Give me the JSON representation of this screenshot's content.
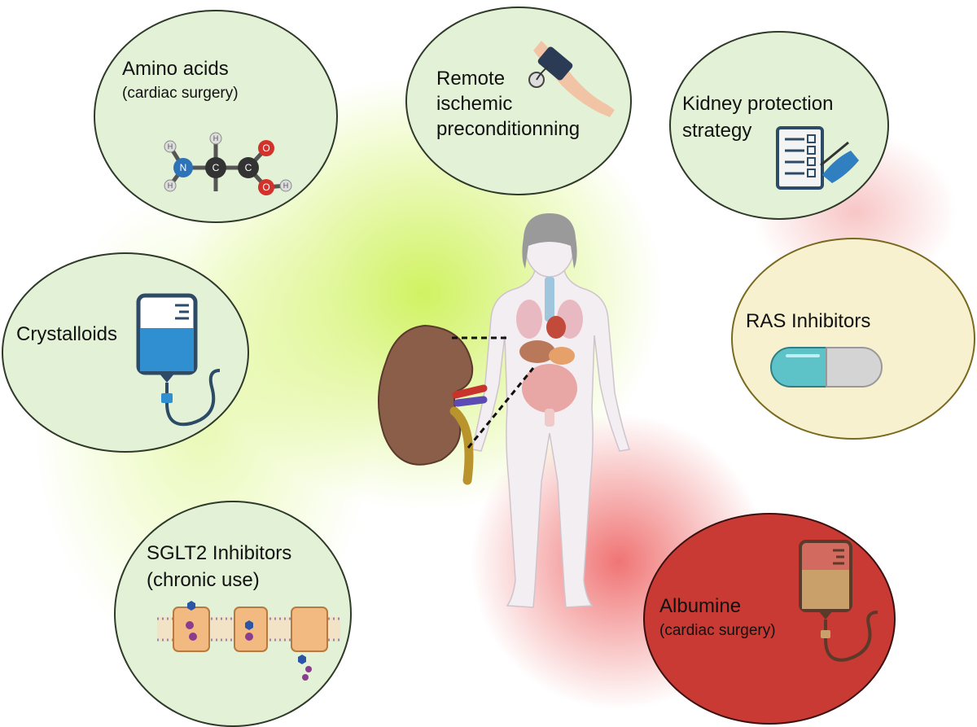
{
  "interventions": {
    "amino_acids": {
      "title": "Amino acids",
      "subtitle": "(cardiac surgery)"
    },
    "remote": {
      "line1": "Remote",
      "line2": "ischemic",
      "line3": "preconditionning"
    },
    "kidney_protection": {
      "line1": "Kidney protection",
      "line2": "strategy"
    },
    "crystalloids": {
      "title": "Crystalloids"
    },
    "ras": {
      "title": "RAS Inhibitors"
    },
    "sglt2": {
      "line1": "SGLT2 Inhibitors",
      "line2": "(chronic use)"
    },
    "albumine": {
      "title": "Albumine",
      "subtitle": "(cardiac surgery)"
    }
  },
  "molecule_atoms": {
    "n": "N",
    "c": "C",
    "o": "O",
    "h": "H"
  },
  "colors": {
    "beneficial": "#e3f2d6",
    "neutral": "#f7f1cf",
    "harmful": "#c83a33"
  }
}
